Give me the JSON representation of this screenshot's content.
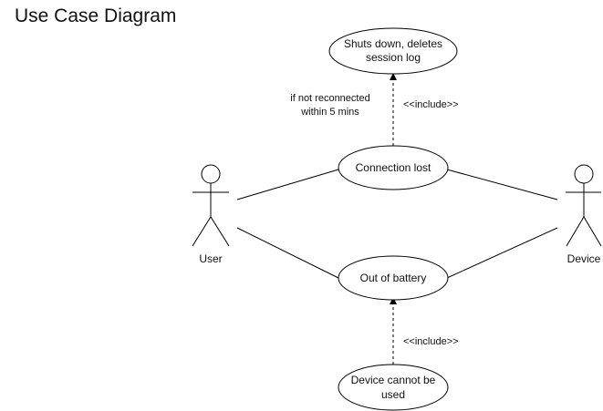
{
  "title": "Use Case Diagram",
  "actors": {
    "user": "User",
    "device": "Device"
  },
  "use_cases": {
    "shutdown": [
      "Shuts down, deletes",
      "session log"
    ],
    "connection_lost": [
      "Connection lost"
    ],
    "out_of_battery": [
      "Out of battery"
    ],
    "device_unusable": [
      "Device cannot be",
      "used"
    ]
  },
  "relations": {
    "include_top": "<<include>>",
    "include_bottom": "<<include>>",
    "condition": [
      "if not reconnected",
      "within 5 mins"
    ]
  },
  "colors": {
    "stroke": "#000000",
    "fill": "#ffffff",
    "text": "#111111"
  }
}
